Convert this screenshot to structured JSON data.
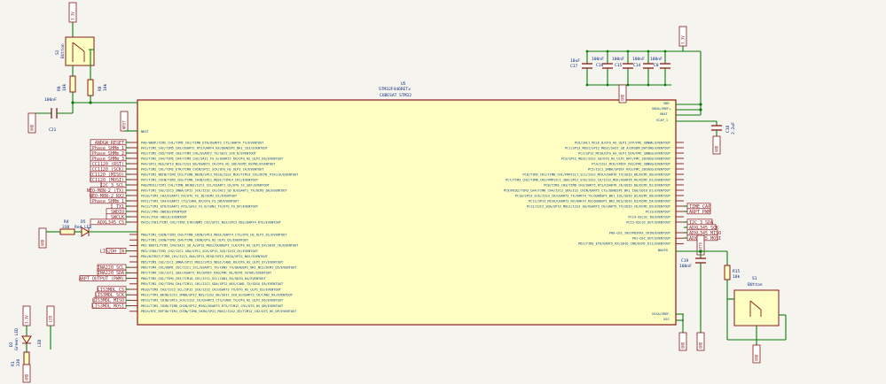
{
  "mcu": {
    "ref": "U5",
    "part": "STM32F446RETx",
    "footprint": "CUBESAT STM32",
    "left_top_pin": "NRST",
    "left_pins": [
      "PA0-WKUP/TIM2_CH1/TIM5_CH1/TIM8_ETR/USART2_CTS/UART4_TX/EVENTOUT",
      "PA1/TIM2_CH2/TIM5_CH2/USART2_RTS/UART4_RX/QUADSPI_BK1_IO3/EVENTOUT",
      "PA2/TIM2_CH3/TIM5_CH3/TIM9_CH1/USART2_TX/SAI2_SCK_B/EVENTOUT",
      "PA3/TIM2_CH4/TIM5_CH4/TIM9_CH2/SAI1_FS_A/USART2_RX/OTG_HS_ULPI_D0/EVENTOUT",
      "PA4/SPI1_NSS/SPI3_NSS/I2S3_WS/USART2_CK/OTG_HS_SOF/DCMI_HSYNC/EVENTOUT",
      "PA5/TIM2_CH1/TIM2_ETR/TIM8_CH1N/SPI1_SCK/OTG_HS_ULPI_CK/EVENTOUT",
      "PA6/TIM1_BKIN/TIM3_CH1/TIM8_BKIN/SPI1_MISO/I2S2_MCK/TIM13_CH1/DCMI_PIXCLK/EVENTOUT",
      "PA7/TIM1_CH1N/TIM3_CH2/TIM8_CH1N/SPI1_MOSI/TIM14_CH1/EVENTOUT",
      "PA8/MCO1/TIM1_CH1/TIM8_BKIN2/I2C3_SCL/USART1_CK/OTG_FS_SOF/EVENTOUT",
      "PA9/TIM1_CH2/I2C3_SMBA/SPI2_SCK/I2S2_CK/SAI1_SD_B/USART1_TX/DCMI_D0/EVENTOUT",
      "PA10/TIM1_CH3/USART1_RX/OTG_FS_ID/DCMI_D1/EVENTOUT",
      "PA11/TIM1_CH4/USART1_CTS/CAN1_RX/OTG_FS_DM/EVENTOUT",
      "PA12/TIM1_ETR/USART1_RTS/SAI2_FS_B/CAN1_TX/OTG_FS_DP/EVENTOUT",
      "PA13/JTMS-SWDIO/EVENTOUT",
      "PA14/JTCK-SWCLK/EVENTOUT",
      "PA15/JTDI/TIM2_CH1/TIM2_ETR/HDMI_CEC/SPI1_NSS/SPI3_NSS/UART4_RTS/EVENTOUT",
      "PB0/TIM1_CH2N/TIM3_CH3/TIM8_CH2N/SPI3_MOSI/UART4_CTS/OTG_HS_ULPI_D1/EVENTOUT",
      "PB1/TIM1_CH3N/TIM3_CH4/TIM8_CH3N/OTG_HS_ULPI_D2/EVENTOUT",
      "PB2-BOOT1/TIM2_CH4/SAI1_SD_A/SPI3_MOSI/QUADSPI_CLK/OTG_HS_ULPI_D4/SDIO_CK/EVENTOUT",
      "PB3/JTDO/TIM2_CH2/I2C2_SDA/SPI1_SCK/SPI3_SCK/I2S3_CK/EVENTOUT",
      "PB4/NJTRST/TIM3_CH1/I2C3_SDA/SPI1_MISO/SPI3_MISO/SPI2_NSS/EVENTOUT",
      "PB5/TIM3_CH2/I2C1_SMBA/SPI1_MOSI/SPI3_MOSI/CAN2_RX/OTG_HS_ULPI_D7/EVENTOUT",
      "PB6/TIM4_CH1/HDMI_CEC/I2C1_SCL/USART1_TX/CAN2_TX/QUADSPI_BK1_NCS/DCMI_D5/EVENTOUT",
      "PB7/TIM4_CH2/I2C1_SDA/USART1_RX/SPDIF_RX0/FMC_NL/DCMI_VSYNC/EVENTOUT",
      "PB8/TIM2_CH1/TIM4_CH3/TIM10_CH1/I2C1_SCL/CAN1_RX/SDIO_D4/EVENTOUT",
      "PB9/TIM2_CH2/TIM4_CH4/TIM11_CH1/I2C1_SDA/SPI2_NSS/CAN1_TX/SDIO_D5/EVENTOUT",
      "PB10/TIM2_CH3/I2C2_SCL/SPI2_SCK/I2S2_CK/USART3_TX/OTG_HS_ULPI_D3/EVENTOUT",
      "PB12/TIM1_BKIN/I2C2_SMBA/SPI2_NSS/I2S2_WS/SAI1_SCK_B/USART3_CK/CAN2_RX/EVENTOUT",
      "PB13/TIM1_CH1N/SPI2_SCK/I2S2_CK/USART3_CTS/CAN2_TX/OTG_HS_ULPI_D6/EVENTOUT",
      "PB14/TIM1_CH2N/TIM8_CH2N/SPI2_MISO/USART3_RTS/TIM12_CH1/OTG_HS_DM/EVENTOUT",
      "PB15/RTC_REFIN/TIM1_CH3N/TIM8_CH3N/SPI2_MOSI/I2S2_SD/TIM12_CH2/OTG_HS_DP/EVENTOUT"
    ],
    "right_pins": [
      "PC0/SAI1_MCLK_B/OTG_HS_ULPI_STP/FMC_SDNWE/EVENTOUT",
      "PC1/SPI3_MOSI/SPI2_MOSI/SAI1_SD_A/DFSDM_DATIN0/EVENTOUT",
      "PC2/SPI2_MISO/OTG_HS_ULPI_DIR/FMC_SDNE0/EVENTOUT",
      "PC3/SPI2_MOSI/I2S2_SD/OTG_HS_ULPI_NXT/FMC_SDCKE0/EVENTOUT",
      "PC4/I2S1_MCK/SPDIF_RX2/FMC_SDNE0/EVENTOUT",
      "PC5/I2C1_SMBA/SPDIF_RX3/FMC_SDCKE0/EVENTOUT",
      "PC6/TIM3_CH1/TIM8_CH1/FMPI2C1_SCL/I2S2_MCK/USART6_TX/SDIO_D6/DCMI_D0/EVENTOUT",
      "PC7/TIM3_CH2/TIM8_CH2/FMPI2C1_SDA/SPI2_SCK/I2S2_CK/I2S3_MCK/USART6_RX/DCMI_D1/EVENTOUT",
      "PC8/TIM3_CH3/TIM8_CH3/UART5_RTS/USART6_CK/SDIO_D0/DCMI_D2/EVENTOUT",
      "PC9/MCO2/TIM3_CH4/TIM8_CH4/I2C3_SDA/I2S_CKIN/UART5_CTS/QUADSPI_BK1_IO0/SDIO_D1/EVENTOUT",
      "PC10/SPI3_SCK/I2S3_CK/USART3_TX/UART4_TX/QUADSPI_BK1_IO1/SDIO_D2/DCMI_D8/EVENTOUT",
      "PC11/SPI3_MISO/USART3_RX/UART4_RX/QUADSPI_BK2_NCS/SDIO_D3/DCMI_D4/EVENTOUT",
      "PC12/I2C2_SDA/SPI3_MOSI/I2S3_SD/USART3_CK/UART5_TX/SDIO_CK/DCMI_D9/EVENTOUT",
      "PC13/EVENTOUT",
      "PC14-OSC32_IN/EVENTOUT",
      "PC15-OSC32_OUT/EVENTOUT",
      "PH0-OSC_IN/SPDIFRX_CKIN/EVENTOUT",
      "PH1-OSC_OUT/EVENTOUT",
      "PD2/TIM3_ETR/UART5_RX/SDIO_CMD/DCMI_D11/EVENTOUT"
    ],
    "right_top_pins": [
      "VDD",
      "VDDA/VREF+",
      "VBAT",
      "VCAP_1"
    ],
    "right_bottom_pins": [
      "VSSA/VREF-",
      "VSS"
    ],
    "right_extra_pin": "BOOT0"
  },
  "left_signals": [
    "ANDGW RESET",
    "Phase SHMm 1",
    "Phase SHMm 2",
    "Phase SHMm 3",
    "CC1120 (RST)",
    "CC1120 (SCK)",
    "CC1120 (MISO)",
    "CC1120 (MOSI)",
    "I2C 3 SCL",
    "NEO-M8N-2 (TX)",
    "NEO-M8N-2 RX2",
    "Phase SHMm 1",
    "TX1",
    "SWDIO",
    "SWCLK",
    "ADXL345 CS"
  ],
  "left_signals_b": [
    "LIS2DH IN",
    "INA220 SCL",
    "INA220 SDA",
    "ARPT OUTPUT (PWM)",
    "LIS3MDL CS",
    "LIS3MDL SCK",
    "LIS3MDL MISO",
    "LIS3MDL MOSI"
  ],
  "right_signals": [
    "TIME CAP",
    "ARPT PWM",
    "I2C 3 SDA",
    "ADXL345 SCK",
    "ADXL345 MISO",
    "ADXL345 MOSI"
  ],
  "power": {
    "v33": "3.3V",
    "gnd": "GND",
    "nrst": "NRST",
    "boot0": "BOOT0"
  },
  "components": {
    "s2": {
      "ref": "S2",
      "value": "BUtton"
    },
    "r9": {
      "ref": "R9",
      "value": "10k"
    },
    "r8": {
      "ref": "R8",
      "value": "10k"
    },
    "c21": {
      "ref": "C21",
      "value": "100nF"
    },
    "r4": {
      "ref": "R4",
      "value": "330"
    },
    "d5": {
      "ref": "D5",
      "value": "Red LED"
    },
    "c17": {
      "ref": "C17",
      "value": "10uF"
    },
    "c16": {
      "ref": "C16",
      "value": "100nF"
    },
    "c15": {
      "ref": "C15",
      "value": "100nF"
    },
    "c14": {
      "ref": "C14",
      "value": "100nF"
    },
    "c8": {
      "ref": "C8",
      "value": "100nF"
    },
    "c18": {
      "ref": "C18",
      "value": "2.2uF"
    },
    "c19": {
      "ref": "C19",
      "value": "100nF"
    },
    "r15": {
      "ref": "R15",
      "value": "10k"
    },
    "s1": {
      "ref": "S1",
      "value": "BUtton"
    },
    "d2": {
      "ref": "D2",
      "value": "Green LED"
    },
    "r1": {
      "ref": "R1",
      "value": "330"
    },
    "led_net": "LED"
  }
}
